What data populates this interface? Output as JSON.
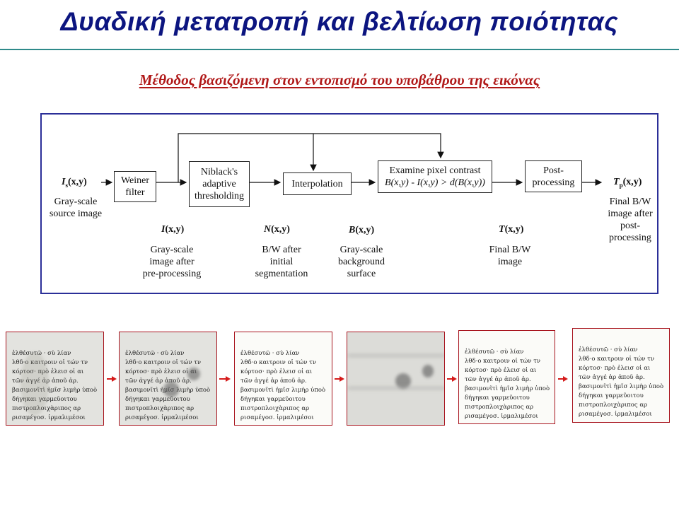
{
  "slide": {
    "title": "Δυαδική μετατροπή και βελτίωση ποιότητας",
    "subtitle": " Μέθοδος βασιζόμενη στον εντοπισμό του υποβάθρου της εικόνας"
  },
  "diagram": {
    "nodes": {
      "weiner": "Weiner filter",
      "niblack": "Niblack's adaptive thresholding",
      "interp": "Interpolation",
      "examine_title": "Examine pixel contrast",
      "examine_formula": "B(x,y) - I(x,y) > d(B(x,y))",
      "post": "Post-processing"
    },
    "input": {
      "symbol": "I",
      "sub": "s",
      "args": "(x,y)",
      "caption": "Gray-scale source image"
    },
    "output": {
      "symbol": "T",
      "sub": "p",
      "args": "(x,y)",
      "caption": "Final B/W image after post-processing"
    },
    "signals": [
      {
        "symbol": "I",
        "args": "(x,y)",
        "caption": "Gray-scale image after pre-processing"
      },
      {
        "symbol": "N",
        "args": "(x,y)",
        "caption": "B/W after initial segmentation"
      },
      {
        "symbol": "B",
        "args": "(x,y)",
        "caption": "Gray-scale background surface"
      },
      {
        "symbol": "T",
        "args": "(x,y)",
        "caption": "Final B/W image"
      }
    ]
  },
  "thumbnails": {
    "text_lines": [
      "ἐλθέσυτῶ · σὺ λίαν",
      "λθδ·ο καιτροιν οἱ τών τν",
      "κόρτοσ· πρὸ ἐλεισ οἱ αι",
      "τῶν ἀγγέ ἀρ ἀποῦ ἀρ.",
      "βασιμονῖτὶ ἡμῖσ λιμὴρ ὑποὸ",
      "δήγηκαι γαρμεῦοιτου",
      "πιστροπλοιχὰριπος αρ",
      "ρισαμέγοσ. ἰρμαλιμέσοι"
    ],
    "colors": {
      "border": "#a8141e",
      "arrow": "#d51a1a"
    }
  },
  "colors": {
    "title": "#0c1580",
    "subtitle": "#b01818",
    "rule": "#2e8a8a",
    "frame": "#2b2f98"
  }
}
